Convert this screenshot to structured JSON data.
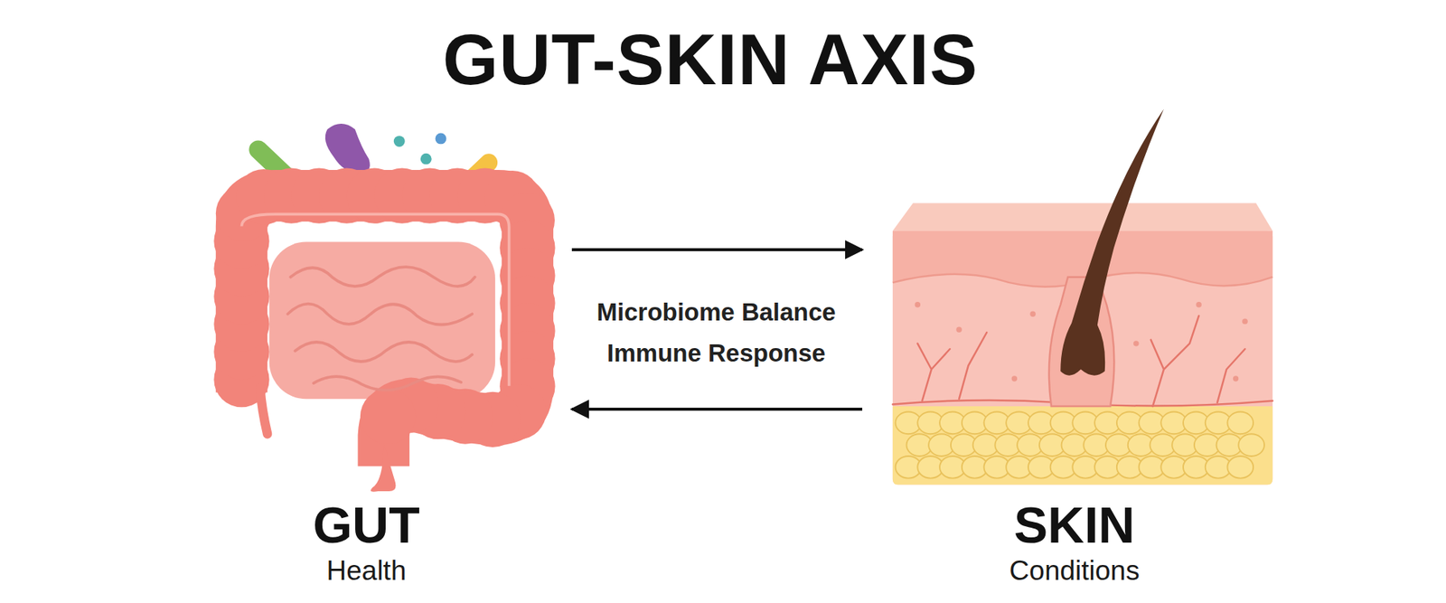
{
  "diagram": {
    "title": "GUT-SKIN AXIS",
    "nodes": [
      {
        "text": [
          "GUT",
          "Health"
        ]
      },
      {
        "text": [
          "SKIN",
          "Conditions"
        ]
      }
    ],
    "edges": [
      {
        "from": 0,
        "to": 1,
        "arrow": "to"
      },
      {
        "from": 1,
        "to": 0,
        "arrow": "to"
      }
    ],
    "labels": [
      "Microbiome Balance",
      "Immune Response"
    ]
  }
}
